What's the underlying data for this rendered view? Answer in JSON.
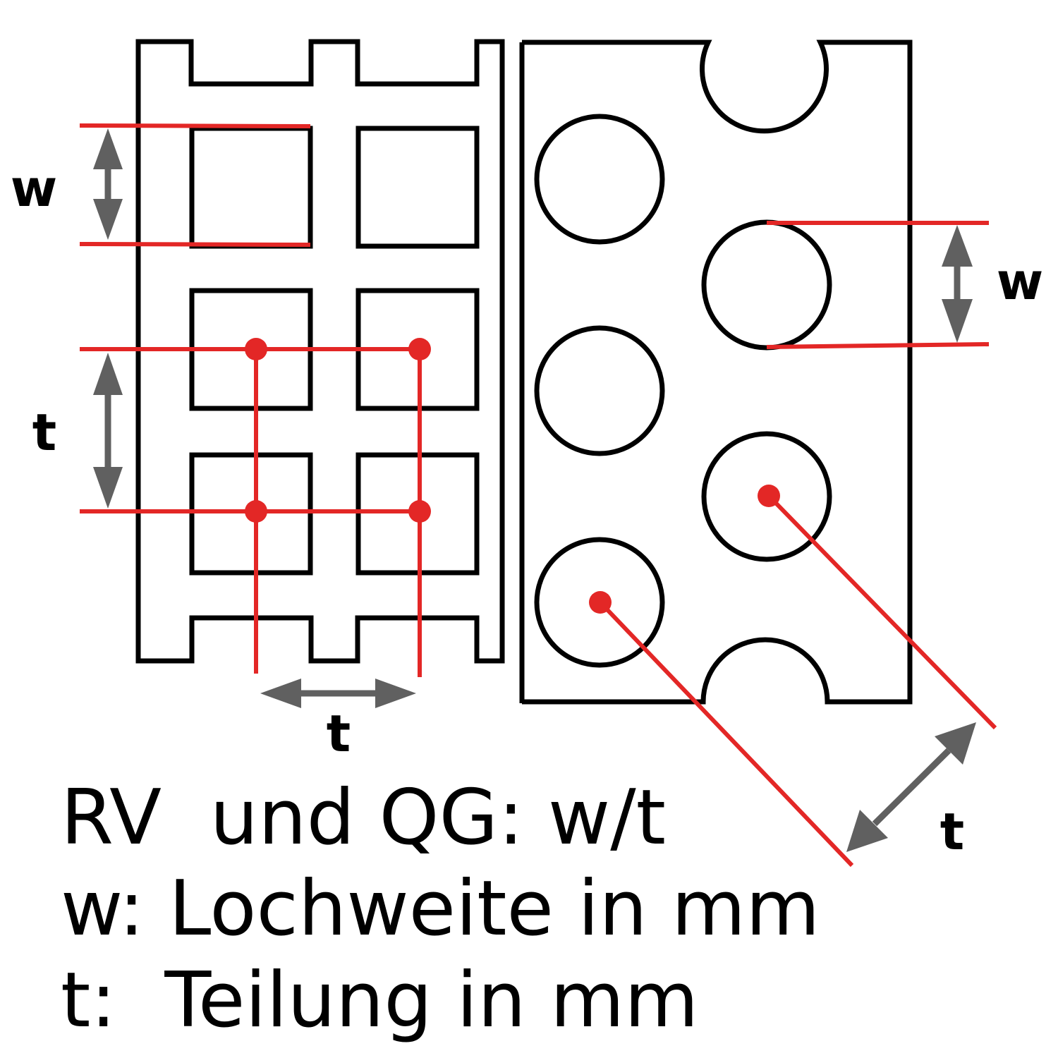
{
  "colors": {
    "outline": "#000000",
    "measure_line": "#e32726",
    "arrow": "#606060"
  },
  "labels": {
    "left_w": "w",
    "left_t_vertical": "t",
    "left_t_horizontal": "t",
    "right_w": "w",
    "right_t_diagonal": "t"
  },
  "legend": {
    "line1": "RV  und QG: w/t",
    "line2": "w: Lochweite in mm",
    "line3": "t:  Teilung in mm"
  }
}
